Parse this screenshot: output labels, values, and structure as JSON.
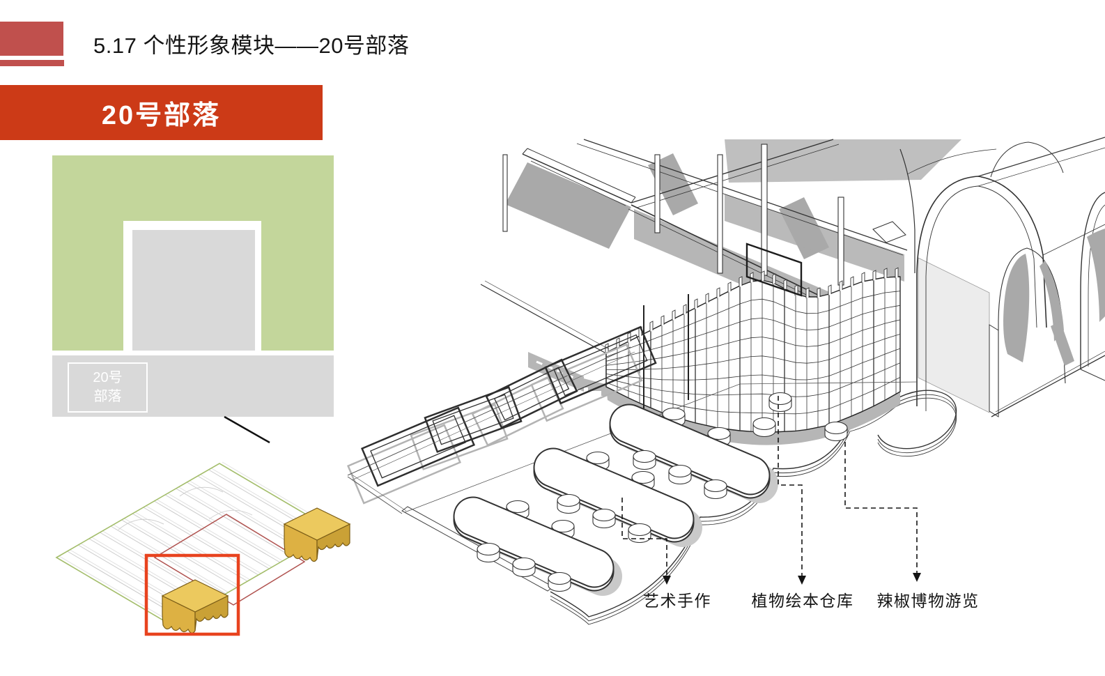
{
  "slide": {
    "title": "5.17 个性形象模块——20号部落"
  },
  "banner": {
    "text": "20号部落"
  },
  "plan": {
    "site_label_line1": "20号",
    "site_label_line2": "部落"
  },
  "annotations": {
    "items": [
      {
        "text": "艺术手作"
      },
      {
        "text": "植物绘本仓库"
      },
      {
        "text": "辣椒博物游览"
      }
    ]
  },
  "colors": {
    "accent_red": "#c0504d",
    "banner_red": "#cc3a17",
    "plan_green": "#c3d69b",
    "plan_gray": "#d9d9d9",
    "highlight_orange": "#e8431f",
    "block_yellow": "#ecc95e"
  }
}
